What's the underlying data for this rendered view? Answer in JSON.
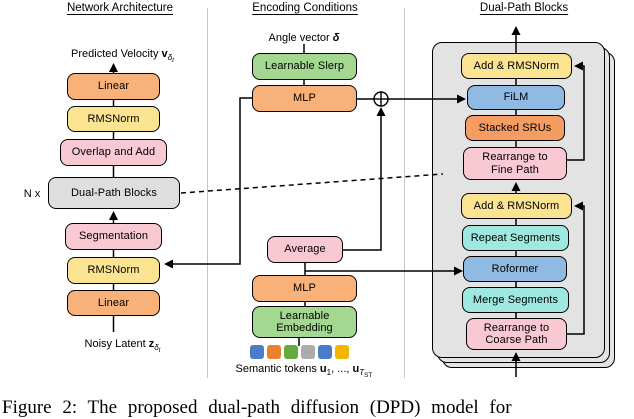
{
  "palette": {
    "orange": "#F8B178",
    "orange_dark": "#F49C62",
    "yellow": "#FAE391",
    "pink": "#F9C9D3",
    "gray_box": "#DEDEDE",
    "gray_panel": "#E3E3E3",
    "green": "#A2D88F",
    "blue": "#8FBBE3",
    "cyan": "#9FE8E0",
    "line": "#000000"
  },
  "caption": "Figure 2: The proposed dual-path diffusion (DPD) model for",
  "panels": {
    "network_architecture": {
      "heading": "Network Architecture",
      "output_label": {
        "text": "Predicted Velocity ",
        "var": "v",
        "sub": "δ",
        "subsub": "t"
      },
      "input_label": {
        "text": "Noisy Latent ",
        "var": "z",
        "sub": "δ",
        "subsub": "t"
      },
      "repeat_label": "N x",
      "boxes": {
        "linear_top": "Linear",
        "rmsnorm_top": "RMSNorm",
        "overlap_add": "Overlap and Add",
        "dual_path_blocks": "Dual-Path Blocks",
        "segmentation": "Segmentation",
        "rmsnorm_bottom": "RMSNorm",
        "linear_bottom": "Linear"
      }
    },
    "encoding_conditions": {
      "heading": "Encoding Conditions",
      "angle_label": {
        "text": "Angle vector ",
        "var": "δ"
      },
      "plus_symbol": "⊕",
      "boxes": {
        "learnable_slerp": "Learnable Slerp",
        "mlp_time": "MLP",
        "average": "Average",
        "mlp_semantic": "MLP",
        "learnable_embedding_line1": "Learnable",
        "learnable_embedding_line2": "Embedding"
      },
      "semantic_tokens_label": {
        "text": "Semantic tokens ",
        "var1": "u",
        "sub1": "1",
        "mid": ", ..., ",
        "var2": "u",
        "sub2": "T",
        "subsub2": "ST"
      },
      "token_colors": [
        "#4A7CC7",
        "#E8802E",
        "#66A93C",
        "#ABABAB",
        "#4A7CC7",
        "#F2B600"
      ]
    },
    "dual_path_blocks": {
      "heading": "Dual-Path Blocks",
      "boxes": {
        "add_rmsnorm_fine": "Add & RMSNorm",
        "film": "FiLM",
        "stacked_srus": "Stacked SRUs",
        "rearrange_fine_line1": "Rearrange to",
        "rearrange_fine_line2": "Fine Path",
        "add_rmsnorm_coarse": "Add & RMSNorm",
        "repeat_segments": "Repeat Segments",
        "roformer": "Roformer",
        "merge_segments": "Merge Segments",
        "rearrange_coarse_line1": "Rearrange to",
        "rearrange_coarse_line2": "Coarse Path"
      }
    }
  }
}
